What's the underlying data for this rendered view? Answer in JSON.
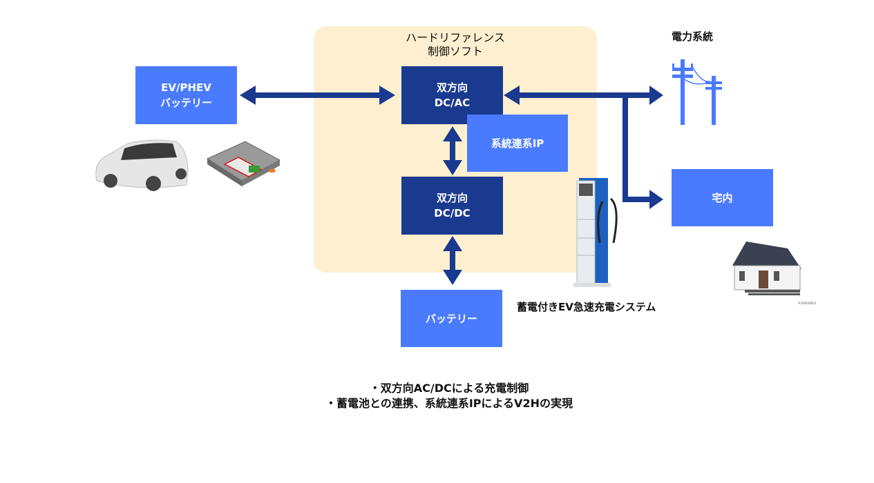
{
  "panel": {
    "title_line1": "ハードリファレンス",
    "title_line2": "制御ソフト"
  },
  "boxes": {
    "ev_battery": {
      "line1": "EV/PHEV",
      "line2": "バッテリー"
    },
    "dcac": {
      "line1": "双方向",
      "line2": "DC/AC"
    },
    "grid_ip": {
      "label": "系統連系IP"
    },
    "dcdc": {
      "line1": "双方向",
      "line2": "DC/DC"
    },
    "battery": {
      "label": "バッテリー"
    },
    "home": {
      "label": "宅内"
    }
  },
  "labels": {
    "power_grid": "電力系統",
    "charger": "蓄電付きEV急速充電システム",
    "stock_id": "#166056655"
  },
  "notes": [
    "・双方向AC/DCによる充電制御",
    "・蓄電池との連携、系統連系IPによるV2Hの実現"
  ],
  "colors": {
    "dark_blue": "#1a3a8f",
    "light_blue": "#4a7bff",
    "panel_bg": "#fdefcf",
    "arrow": "#1a3a8f"
  },
  "images": {
    "car": "car-image",
    "battery_pack": "battery-pack-image",
    "power_pole": "utility-pole-icon",
    "charger": "ev-charger-image",
    "house": "house-image"
  }
}
